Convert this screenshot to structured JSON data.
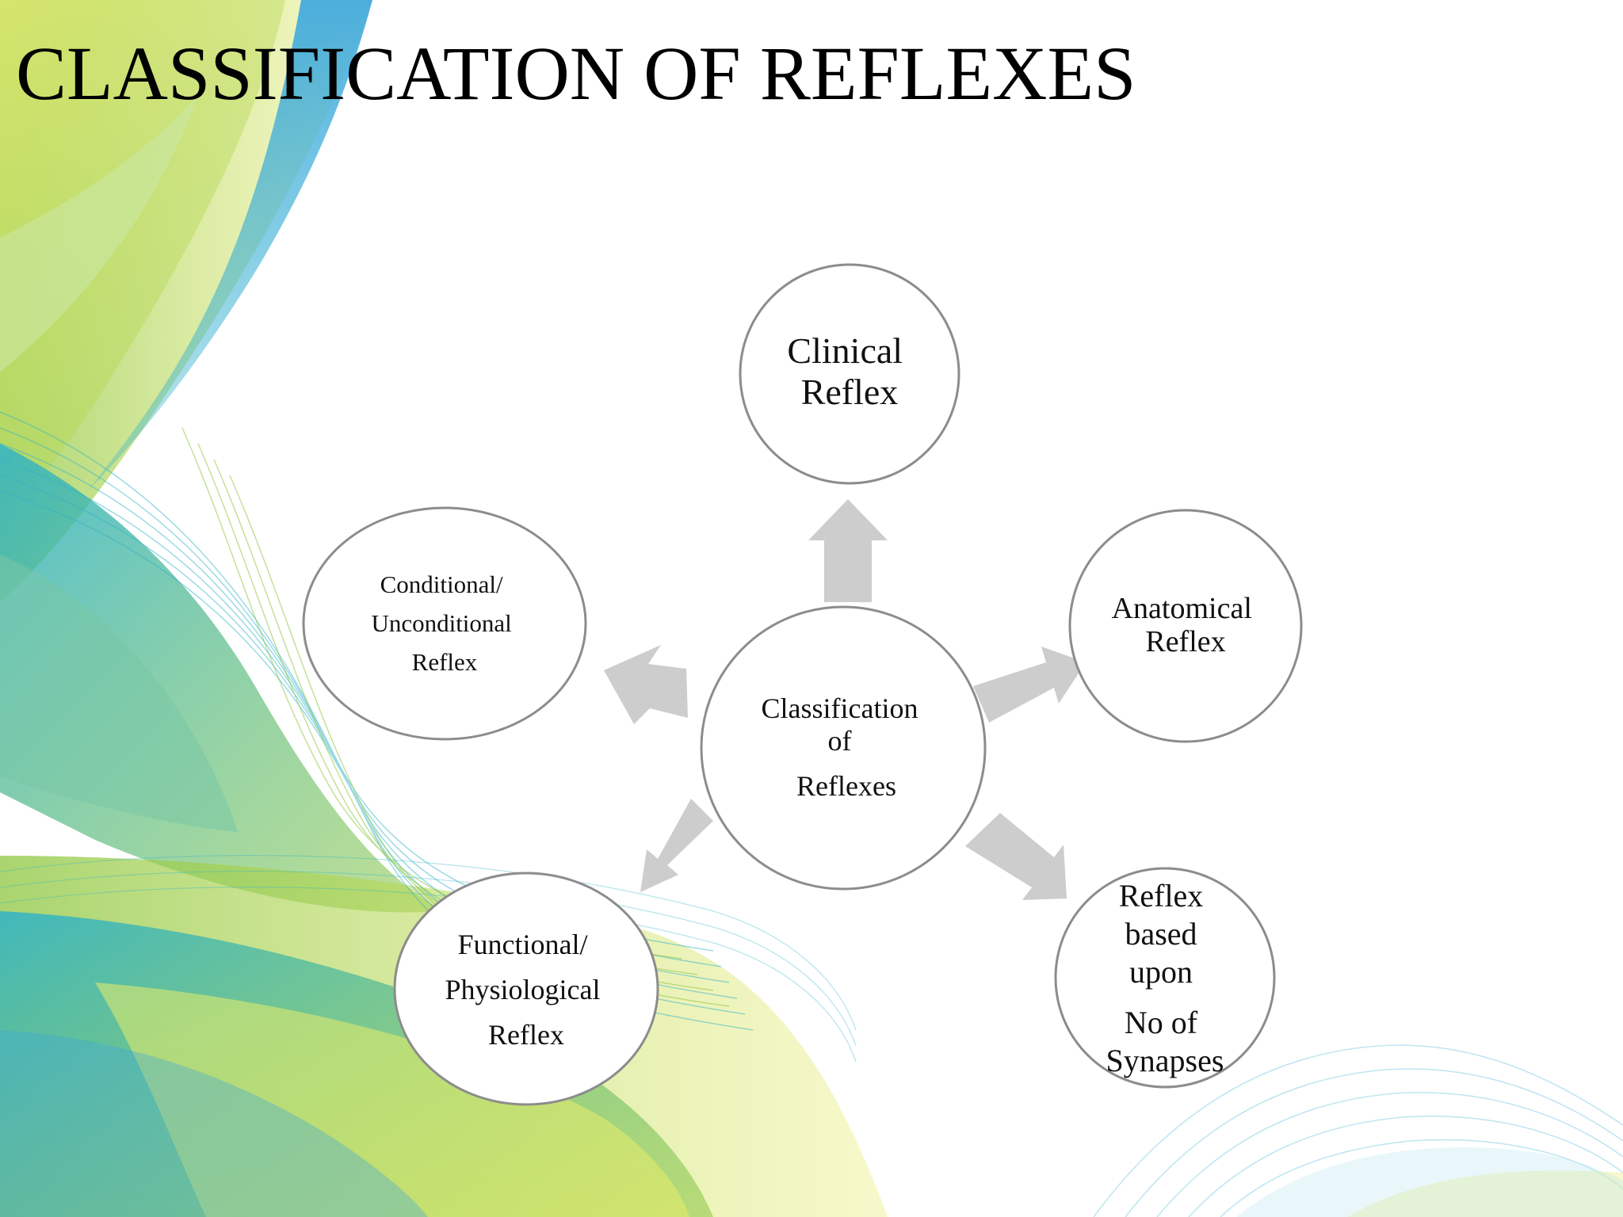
{
  "slide": {
    "title": "CLASSIFICATION OF REFLEXES"
  },
  "diagram": {
    "center": {
      "lines": [
        "Classification",
        "of",
        "Reflexes"
      ]
    },
    "nodes": [
      {
        "id": "clinical",
        "lines": [
          "Clinical",
          "Reflex"
        ]
      },
      {
        "id": "anatomical",
        "lines": [
          "Anatomical",
          "Reflex"
        ]
      },
      {
        "id": "synapses",
        "lines": [
          "Reflex",
          "based",
          "upon",
          "No of",
          "Synapses"
        ]
      },
      {
        "id": "functional",
        "lines": [
          "Functional/",
          "Physiological",
          "Reflex"
        ]
      },
      {
        "id": "conditional",
        "lines": [
          "Conditional/",
          "Unconditional",
          "Reflex"
        ]
      }
    ]
  },
  "colors": {
    "arrow": "#cdcdcd",
    "node_border": "#8c8c8c",
    "node_fill": "#ffffff",
    "text": "#111111",
    "bg_teal": "#2fb3c9",
    "bg_green": "#8cc63f",
    "bg_yellow": "#e8ec6a",
    "bg_blue": "#3aa6e0"
  }
}
